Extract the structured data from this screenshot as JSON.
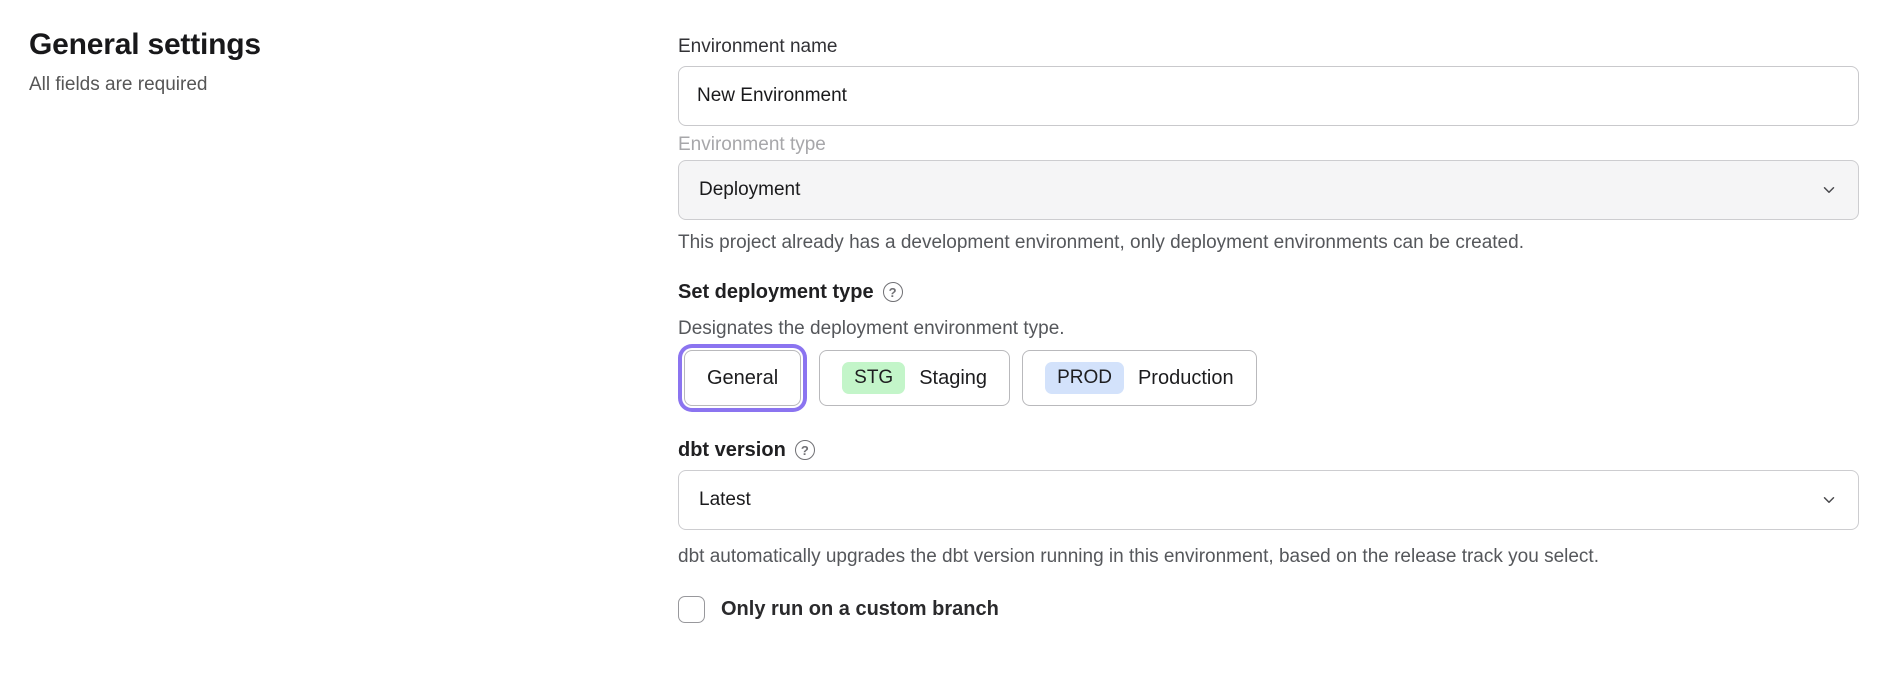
{
  "page": {
    "title": "General settings",
    "subtitle": "All fields are required"
  },
  "form": {
    "environment_name": {
      "label": "Environment name",
      "value": "New Environment"
    },
    "environment_type": {
      "label": "Environment type",
      "value": "Deployment",
      "disabled": true,
      "helper": "This project already has a development environment, only deployment environments can be created."
    },
    "deployment_type": {
      "label": "Set deployment type",
      "helper": "Designates the deployment environment type.",
      "options": [
        {
          "label": "General",
          "selected": true
        },
        {
          "badge": "STG",
          "label": "Staging",
          "selected": false
        },
        {
          "badge": "PROD",
          "label": "Production",
          "selected": false
        }
      ]
    },
    "dbt_version": {
      "label": "dbt version",
      "value": "Latest",
      "helper": "dbt automatically upgrades the dbt version running in this environment, based on the release track you select."
    },
    "custom_branch": {
      "label": "Only run on a custom branch",
      "checked": false
    }
  },
  "icons": {
    "help_glyph": "?"
  },
  "colors": {
    "selected_ring": "#8b74f0",
    "staging_badge_bg": "#c3f5c9",
    "production_badge_bg": "#d3e2fb",
    "disabled_field_bg": "#f5f5f6"
  }
}
